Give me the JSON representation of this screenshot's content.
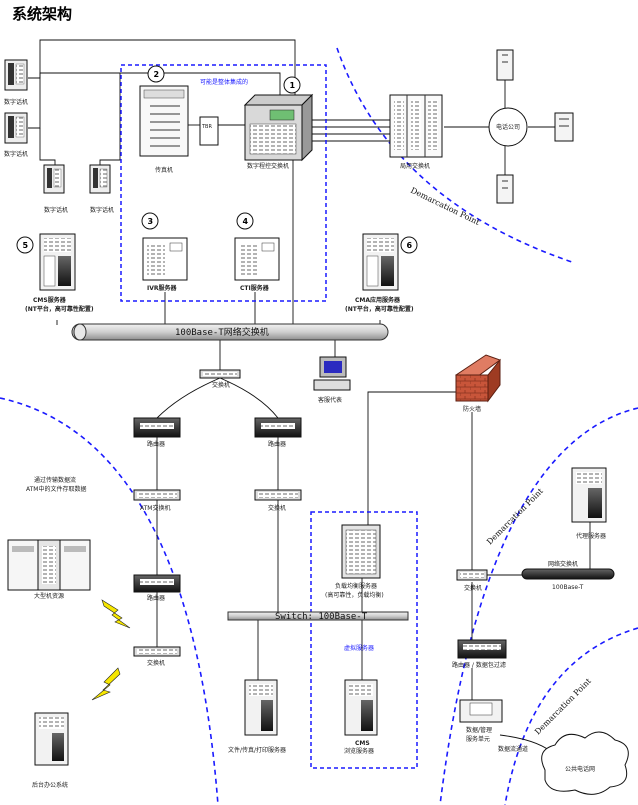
{
  "title": "系统架构",
  "labels": {
    "digital_phone": "数字话机",
    "fax": "传真机",
    "integrable_note": "可能是整体集成的",
    "pbx": "数字程控交换机",
    "trunk_switch": "局用交换机",
    "phone_company": "电话公司",
    "ivr_server": "IVR服务器",
    "cti_server": "CTI服务器",
    "cms_server": "CMS服务器",
    "cms_server_note": "(NT平台，高可靠性配置)",
    "cma_server": "CMA应用服务器",
    "cma_server_note": "(NT平台，高可靠性配置)",
    "bus_main": "100Base-T网络交换机",
    "agent": "客服代表",
    "switch": "交换机",
    "router": "路由器",
    "atm_switch": "ATM交换机",
    "passthrough_note_1": "通过传输数据流",
    "passthrough_note_2": "ATM中的文件存取数据",
    "mainframe": "大型机资源",
    "back_office": "后台办公系统",
    "firewall": "防火墙",
    "lb_server": "负载均衡服务器",
    "lb_server_note": "(高可靠性，负载均衡)",
    "virtual_server": "虚拟服务器",
    "cms_web_server": "CMS",
    "web_server_2": "浏览服务器",
    "bus_switch": "Switch: 100Base-T",
    "file_server": "文件/传真/打印服务器",
    "proxy_server": "代理服务器",
    "net_switch": "网络交换机",
    "base_t": "100Base-T",
    "router_filter": "路由器 / 数据包过滤",
    "data_unit_1": "数据/管理",
    "data_unit_2": "服务单元",
    "dsu": "数据流通道",
    "public_network": "公共电话网",
    "demarcation": "Demarcation Point",
    "n1": "1",
    "n2": "2",
    "n3": "3",
    "n4": "4",
    "n5": "5",
    "n6": "6"
  }
}
